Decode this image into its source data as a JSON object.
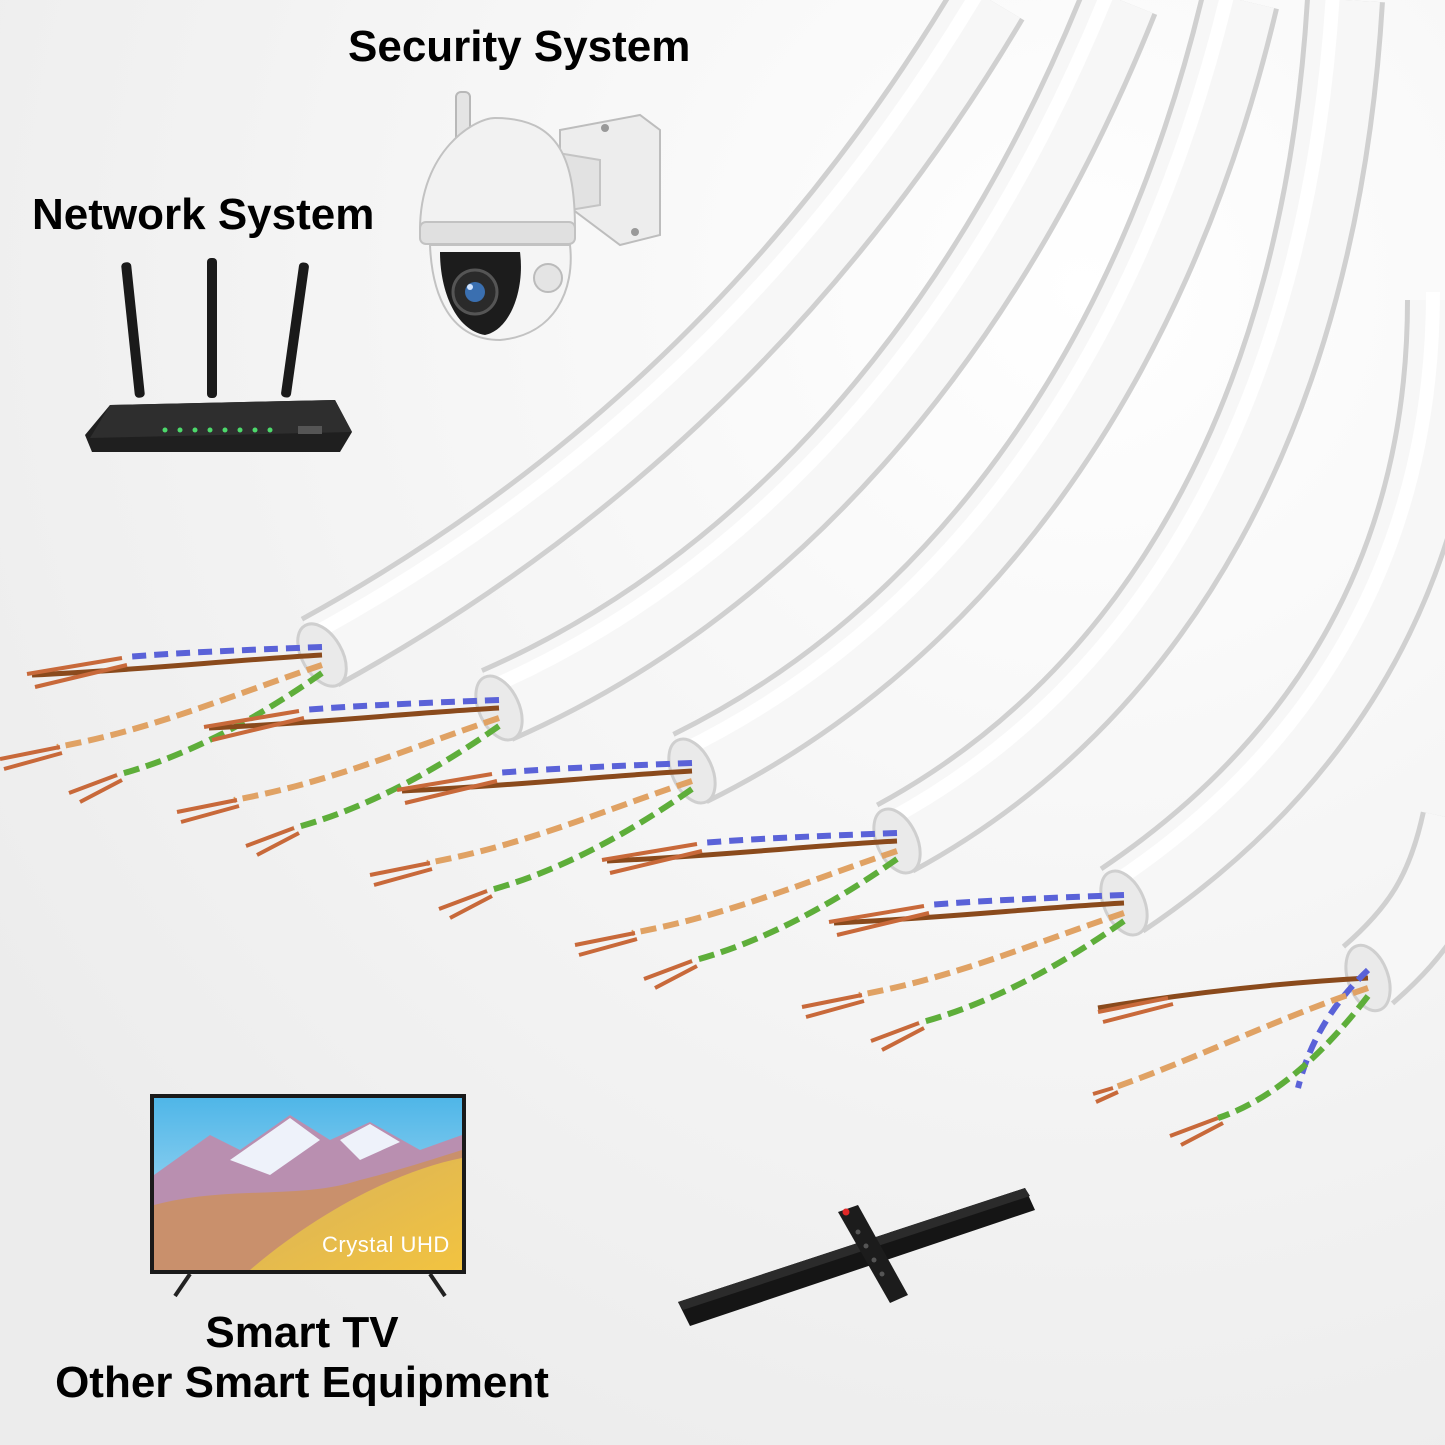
{
  "labels": {
    "security": "Security System",
    "network": "Network System",
    "tv_line1": "Smart TV",
    "tv_line2": "Other Smart Equipment",
    "tv_brand": "Crystal UHD"
  },
  "devices": {
    "camera": "security-camera-icon",
    "router": "wifi-router-icon",
    "tv": "smart-tv-icon",
    "soundbar": "soundbar-icon"
  },
  "colors": {
    "cable_jacket": "#f4f4f4",
    "copper": "#c8693a",
    "orange_pair": "#e0a264",
    "brown_pair": "#8a4a1c",
    "blue_pair": "#5a62d8",
    "green_pair": "#5eae3a"
  },
  "cables": [
    "cable-1",
    "cable-2",
    "cable-3",
    "cable-4",
    "cable-5",
    "cable-6"
  ]
}
